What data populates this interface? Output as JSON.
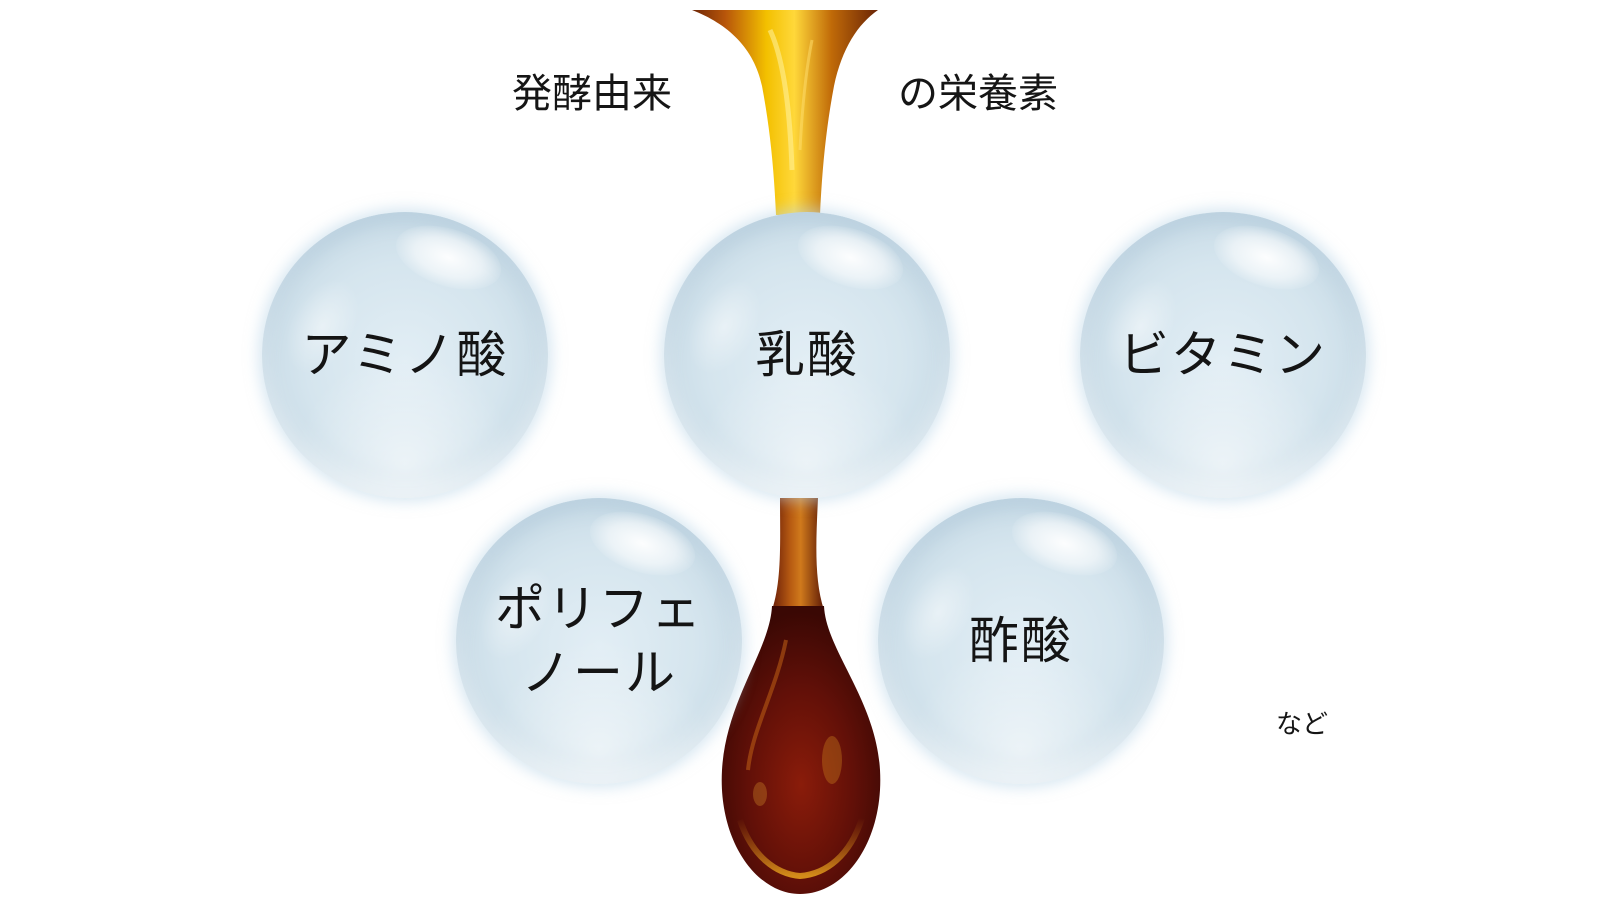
{
  "title": {
    "left": "発酵由来",
    "right": "の栄養素"
  },
  "nutrients": {
    "amino_acid": "アミノ酸",
    "lactic_acid": "乳酸",
    "vitamin": "ビタミン",
    "polyphenol": "ポリフェ\nノール",
    "acetic_acid": "酢酸"
  },
  "etc": "など",
  "colors": {
    "drip_top": "#f2b400",
    "drip_mid": "#b25a0c",
    "drip_dark": "#5a0e06",
    "bubble_fill": "#d5e5ee",
    "text": "#141414"
  }
}
